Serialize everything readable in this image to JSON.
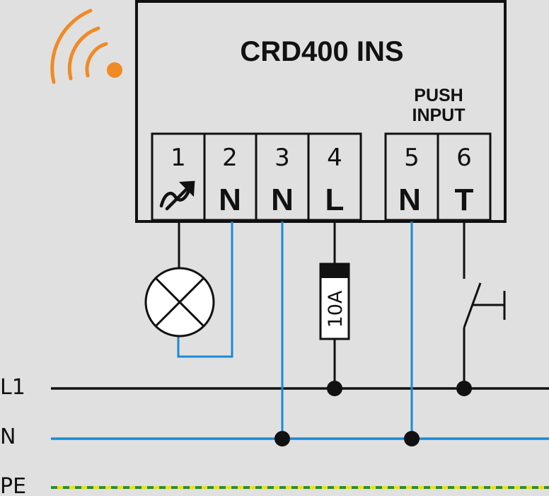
{
  "device": {
    "title": "CRD400 INS",
    "push_input_line1": "PUSH",
    "push_input_line2": "INPUT"
  },
  "terminals": [
    {
      "number": "1",
      "symbol": "switched-output-icon"
    },
    {
      "number": "2",
      "symbol": "N"
    },
    {
      "number": "3",
      "symbol": "N"
    },
    {
      "number": "4",
      "symbol": "L"
    },
    {
      "number": "5",
      "symbol": "N"
    },
    {
      "number": "6",
      "symbol": "T"
    }
  ],
  "fuse": {
    "rating": "10A"
  },
  "lines": {
    "l1": "L1",
    "n": "N",
    "pe": "PE"
  },
  "colors": {
    "background": "#e0e0e0",
    "live": "#111111",
    "neutral": "#1a8ad4",
    "earth_green": "#2e8b3a",
    "earth_yellow": "#e8e020",
    "wireless": "#f08a24"
  },
  "icons": {
    "wireless": "wireless-signal-icon",
    "lamp": "lamp-icon",
    "fuse": "fuse-icon",
    "push_button": "push-button-icon"
  }
}
